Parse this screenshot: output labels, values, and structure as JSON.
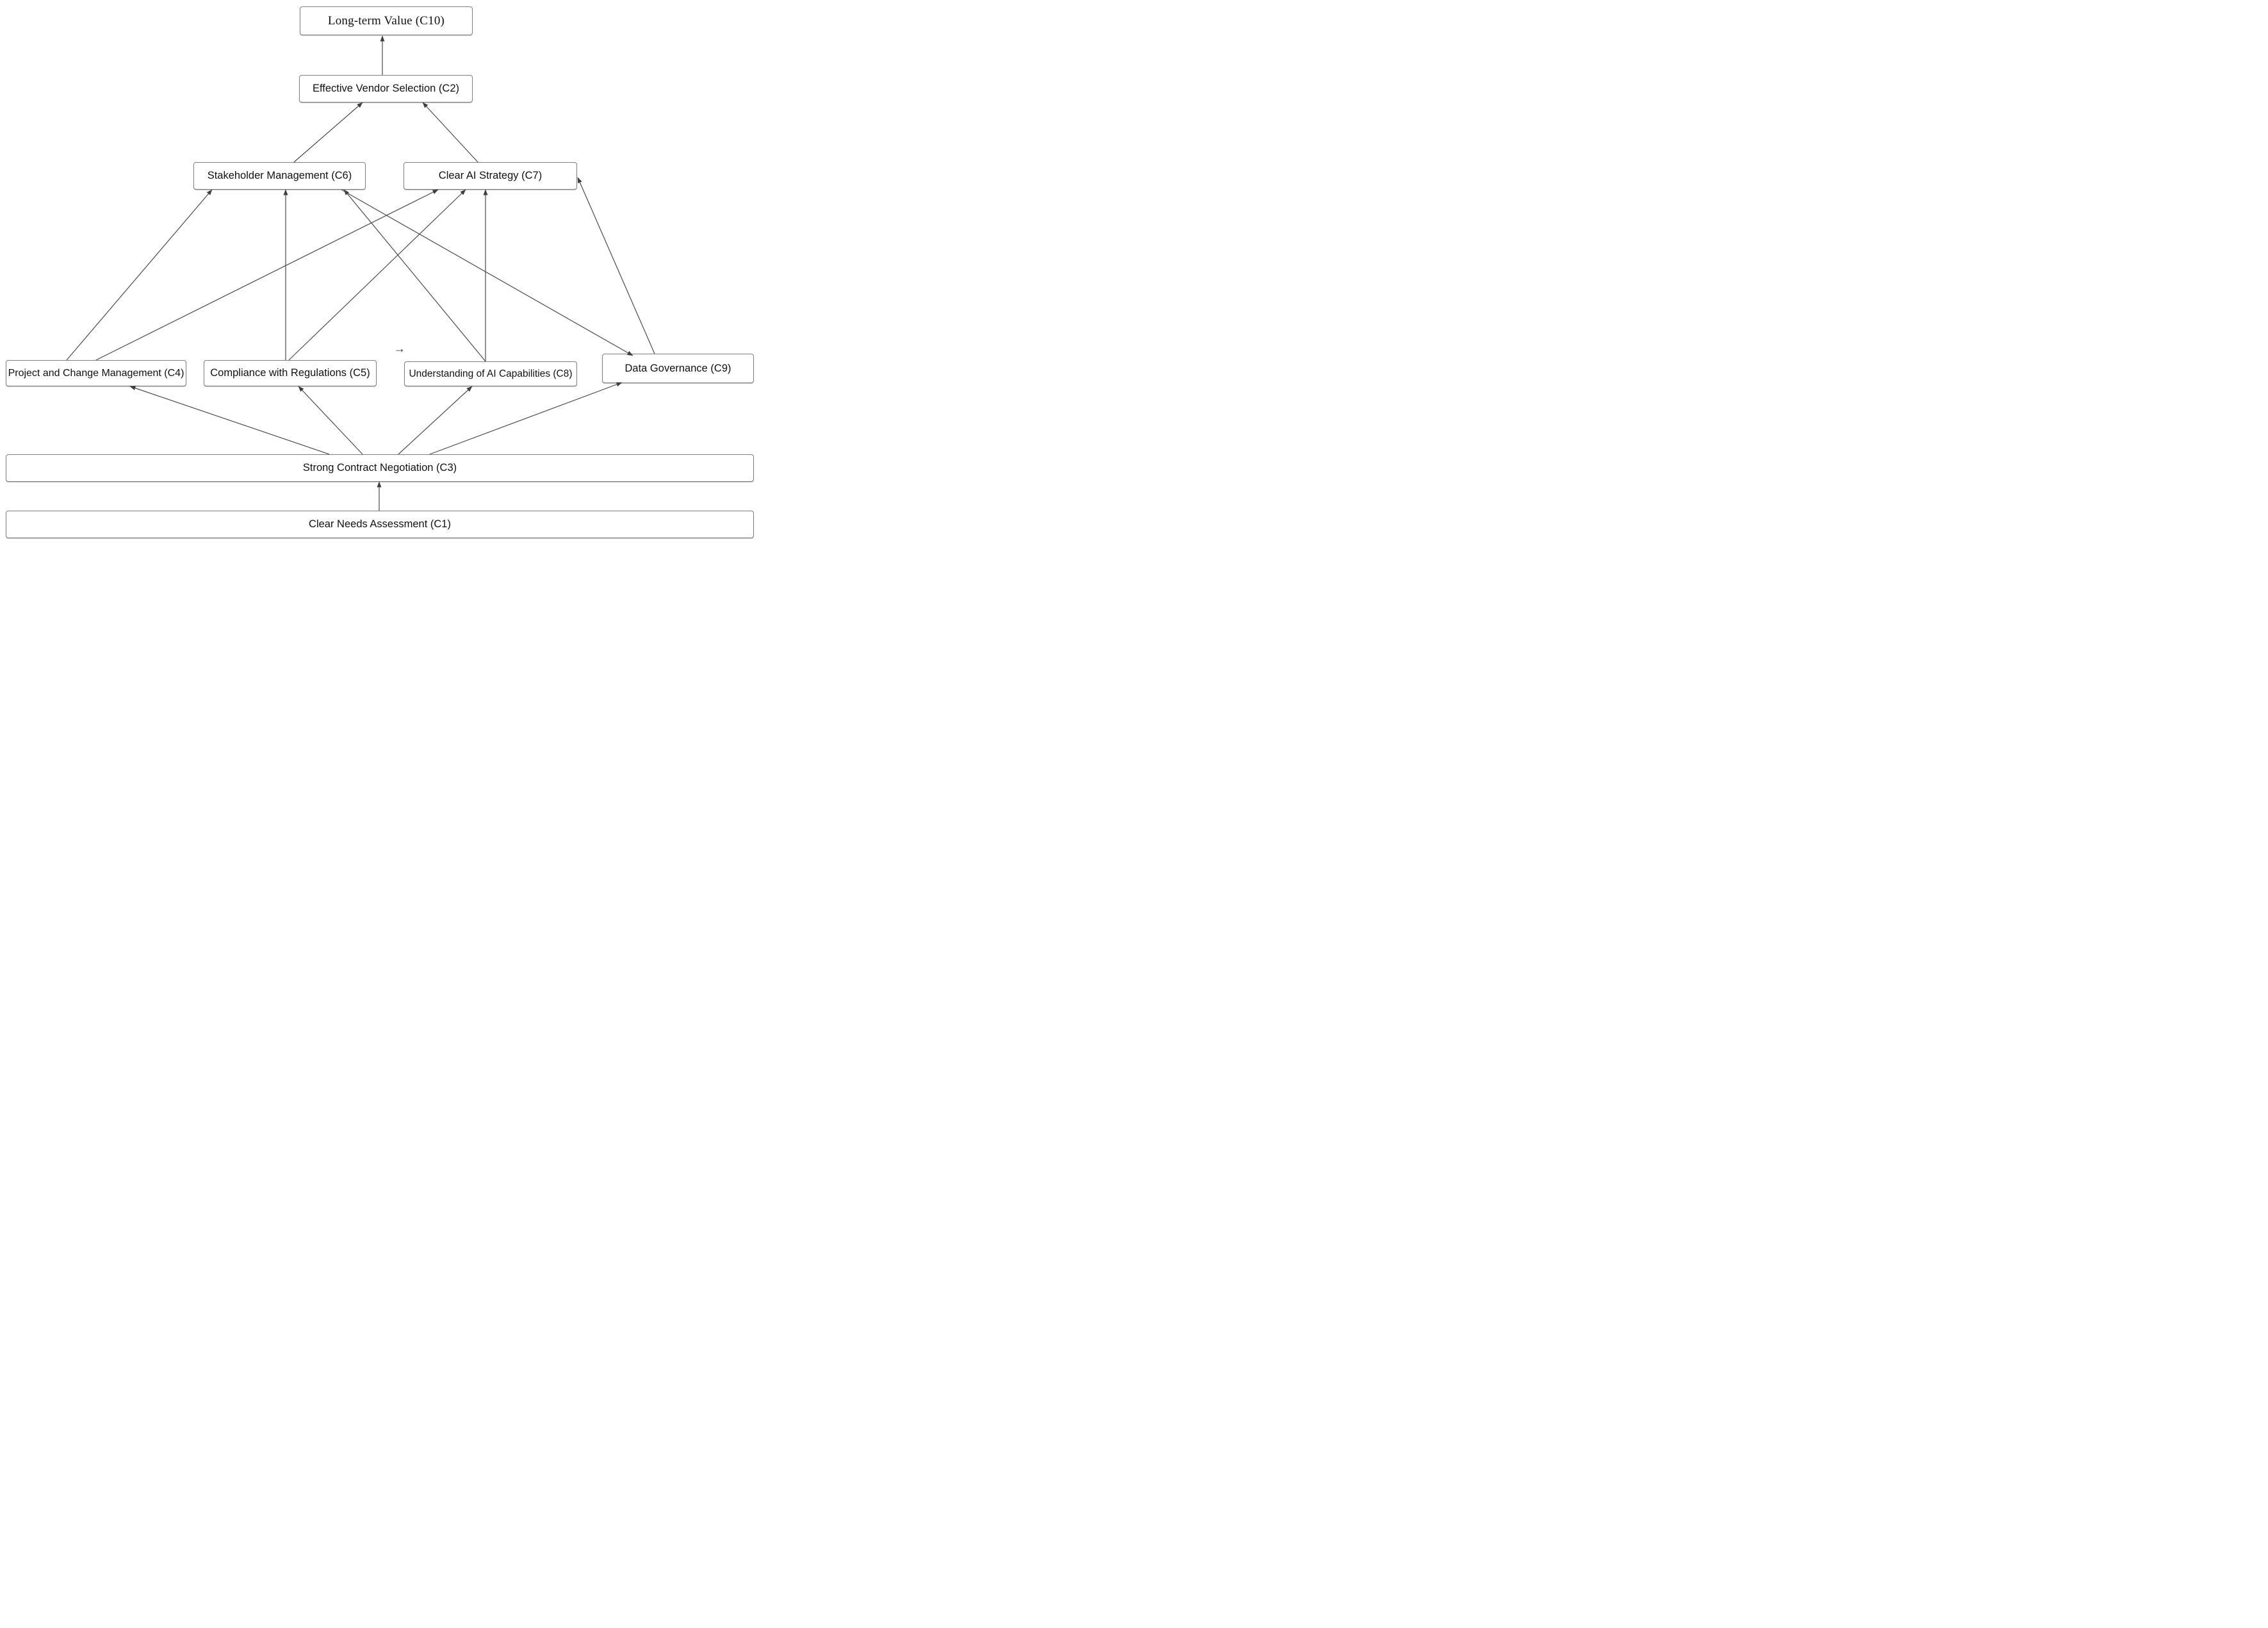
{
  "figure": {
    "type": "hierarchy-diagram",
    "nodes": [
      {
        "id": "C10",
        "label": "Long-term Value (C10)"
      },
      {
        "id": "C2",
        "label": "Effective Vendor Selection (C2)"
      },
      {
        "id": "C6",
        "label": "Stakeholder Management (C6)"
      },
      {
        "id": "C7",
        "label": "Clear AI Strategy (C7)"
      },
      {
        "id": "C4",
        "label": "Project and Change Management (C4)"
      },
      {
        "id": "C5",
        "label": "Compliance with Regulations (C5)"
      },
      {
        "id": "C8",
        "label": "Understanding of AI Capabilities (C8)"
      },
      {
        "id": "C9",
        "label": "Data Governance (C9)"
      },
      {
        "id": "C3",
        "label": "Strong Contract Negotiation (C3)"
      },
      {
        "id": "C1",
        "label": "Clear Needs Assessment (C1)"
      }
    ],
    "edges": [
      {
        "from": "C2",
        "to": "C10"
      },
      {
        "from": "C6",
        "to": "C2"
      },
      {
        "from": "C7",
        "to": "C2"
      },
      {
        "from": "C4",
        "to": "C6"
      },
      {
        "from": "C4",
        "to": "C7"
      },
      {
        "from": "C5",
        "to": "C6"
      },
      {
        "from": "C5",
        "to": "C7"
      },
      {
        "from": "C8",
        "to": "C6"
      },
      {
        "from": "C8",
        "to": "C7"
      },
      {
        "from": "C9",
        "to": "C7"
      },
      {
        "from": "C6",
        "to": "C9"
      },
      {
        "from": "C1",
        "to": "C3"
      },
      {
        "from": "C3",
        "to": "C4"
      },
      {
        "from": "C3",
        "to": "C5"
      },
      {
        "from": "C3",
        "to": "C8"
      },
      {
        "from": "C3",
        "to": "C9"
      }
    ],
    "stray_arrow": "→",
    "colors": {
      "line": "#4a4a4a",
      "border": "#7f7f7f",
      "text": "#111111",
      "background": "#ffffff"
    }
  }
}
